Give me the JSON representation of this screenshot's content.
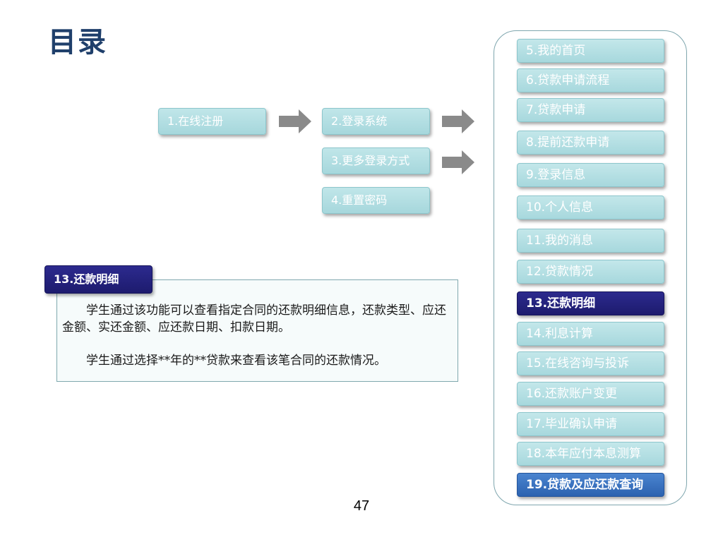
{
  "title": "目录",
  "flow": {
    "step1": "1.在线注册",
    "step2": "2.登录系统",
    "step3": "3.更多登录方式",
    "step4": "4.重置密码"
  },
  "nav": {
    "items": [
      {
        "label": "5.我的首页"
      },
      {
        "label": "6.贷款申请流程"
      },
      {
        "label": "7.贷款申请"
      },
      {
        "label": "8.提前还款申请"
      },
      {
        "label": "9.登录信息"
      },
      {
        "label": "10.个人信息"
      },
      {
        "label": "11.我的消息"
      },
      {
        "label": "12.贷款情况"
      },
      {
        "label": "13.还款明细"
      },
      {
        "label": "14.利息计算"
      },
      {
        "label": "15.在线咨询与投诉"
      },
      {
        "label": "16.还款账户变更"
      },
      {
        "label": "17.毕业确认申请"
      },
      {
        "label": "18.本年应付本息测算"
      },
      {
        "label": "19.贷款及应还款查询"
      }
    ],
    "current": "13.还款明细"
  },
  "detail": {
    "tab": "13.还款明细",
    "paragraph1": "学生通过该功能可以查看指定合同的还款明细信息，还款类型、应还金额、实还金额、应还款日期、扣款日期。",
    "paragraph2": "学生通过选择**年的**贷款来查看该笔合同的还款情况。"
  },
  "page_number": "47",
  "colors": {
    "title": "#1f3f6b",
    "button_teal": "#a6d7dc",
    "button_current": "#1d1b6e",
    "button_highlight": "#2c62b0",
    "arrow": "#8a8a8a"
  }
}
